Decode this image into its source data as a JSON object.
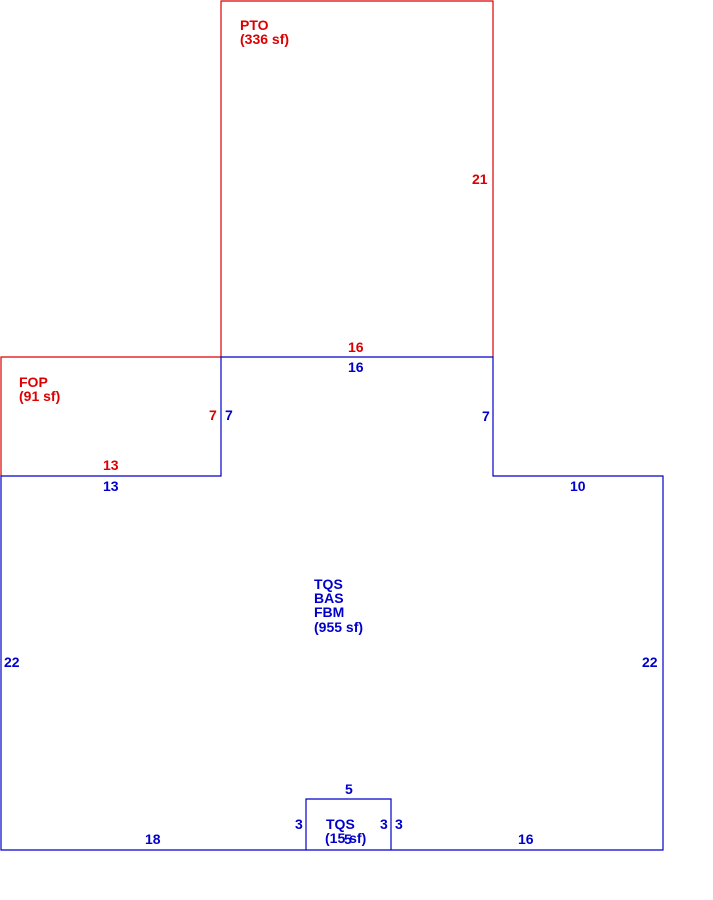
{
  "colors": {
    "primary": "#0000cc",
    "secondary": "#dd0000"
  },
  "areas": {
    "pto": {
      "code": "PTO",
      "area": "(336 sf)"
    },
    "fop": {
      "code": "FOP",
      "area": "(91 sf)"
    },
    "main": {
      "codes": [
        "TQS",
        "BAS",
        "FBM"
      ],
      "area": "(955 sf)"
    },
    "tqs_small": {
      "code": "TQS",
      "area": "(15 sf)"
    }
  },
  "dimensions": {
    "pto_right": "21",
    "pto_bottom": "16",
    "main_top": "16",
    "fop_right": "7",
    "main_left_upper": "7",
    "main_right_upper": "7",
    "fop_bottom": "13",
    "main_under_fop": "13",
    "main_right_step": "10",
    "main_left": "22",
    "main_right": "22",
    "main_bottom_left": "18",
    "main_bottom_right": "16",
    "tqs_top": "5",
    "tqs_left": "3",
    "tqs_right": "3",
    "tqs_bottom": "5"
  }
}
